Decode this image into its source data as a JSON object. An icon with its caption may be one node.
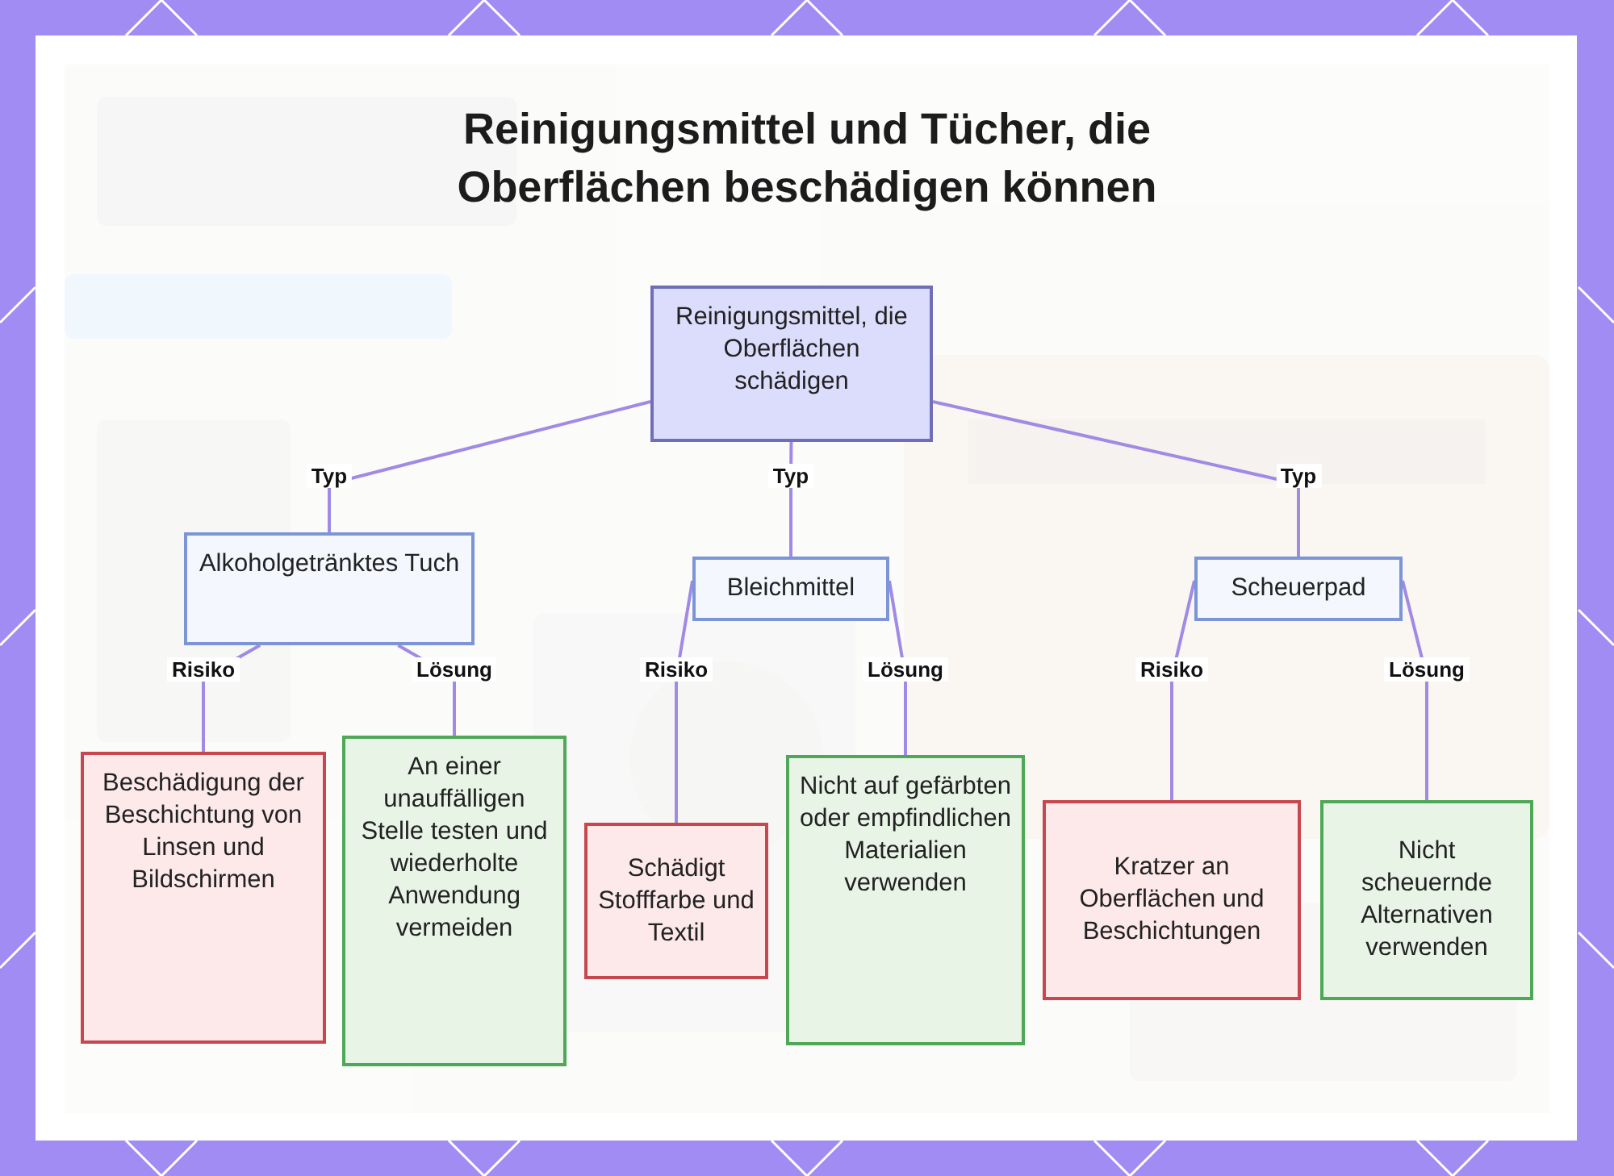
{
  "diagram": {
    "title": "Reinigungsmittel und Tücher, die Oberflächen beschädigen können",
    "nodes": [
      {
        "text": [
          "Reinigungsmittel, die Oberflächen schädigen"
        ]
      },
      {
        "text": [
          "Alkoholgetränktes Tuch"
        ]
      },
      {
        "text": [
          "Bleichmittel"
        ]
      },
      {
        "text": [
          "Scheuerpad"
        ]
      },
      {
        "text": [
          "Beschädigung der Beschichtung von Linsen und Bildschirmen"
        ]
      },
      {
        "text": [
          "An einer unauffälligen Stelle testen und wiederholte Anwendung vermeiden"
        ]
      },
      {
        "text": [
          "Schädigt Stofffarbe und Textil"
        ]
      },
      {
        "text": [
          "Nicht auf gefärbten oder empfindlichen Materialien verwenden"
        ]
      },
      {
        "text": [
          "Kratzer an Oberflächen und Beschichtungen"
        ]
      },
      {
        "text": [
          "Nicht scheuernde Alternativen verwenden"
        ]
      }
    ],
    "edges": [
      {
        "from": 0,
        "to": 1,
        "arrow": "none",
        "label": "Typ"
      },
      {
        "from": 0,
        "to": 2,
        "arrow": "none",
        "label": "Typ"
      },
      {
        "from": 0,
        "to": 3,
        "arrow": "none",
        "label": "Typ"
      },
      {
        "from": 1,
        "to": 4,
        "arrow": "none",
        "label": "Risiko"
      },
      {
        "from": 1,
        "to": 5,
        "arrow": "none",
        "label": "Lösung"
      },
      {
        "from": 2,
        "to": 6,
        "arrow": "none",
        "label": "Risiko"
      },
      {
        "from": 2,
        "to": 7,
        "arrow": "none",
        "label": "Lösung"
      },
      {
        "from": 3,
        "to": 8,
        "arrow": "none",
        "label": "Risiko"
      },
      {
        "from": 3,
        "to": 9,
        "arrow": "none",
        "label": "Lösung"
      }
    ]
  }
}
